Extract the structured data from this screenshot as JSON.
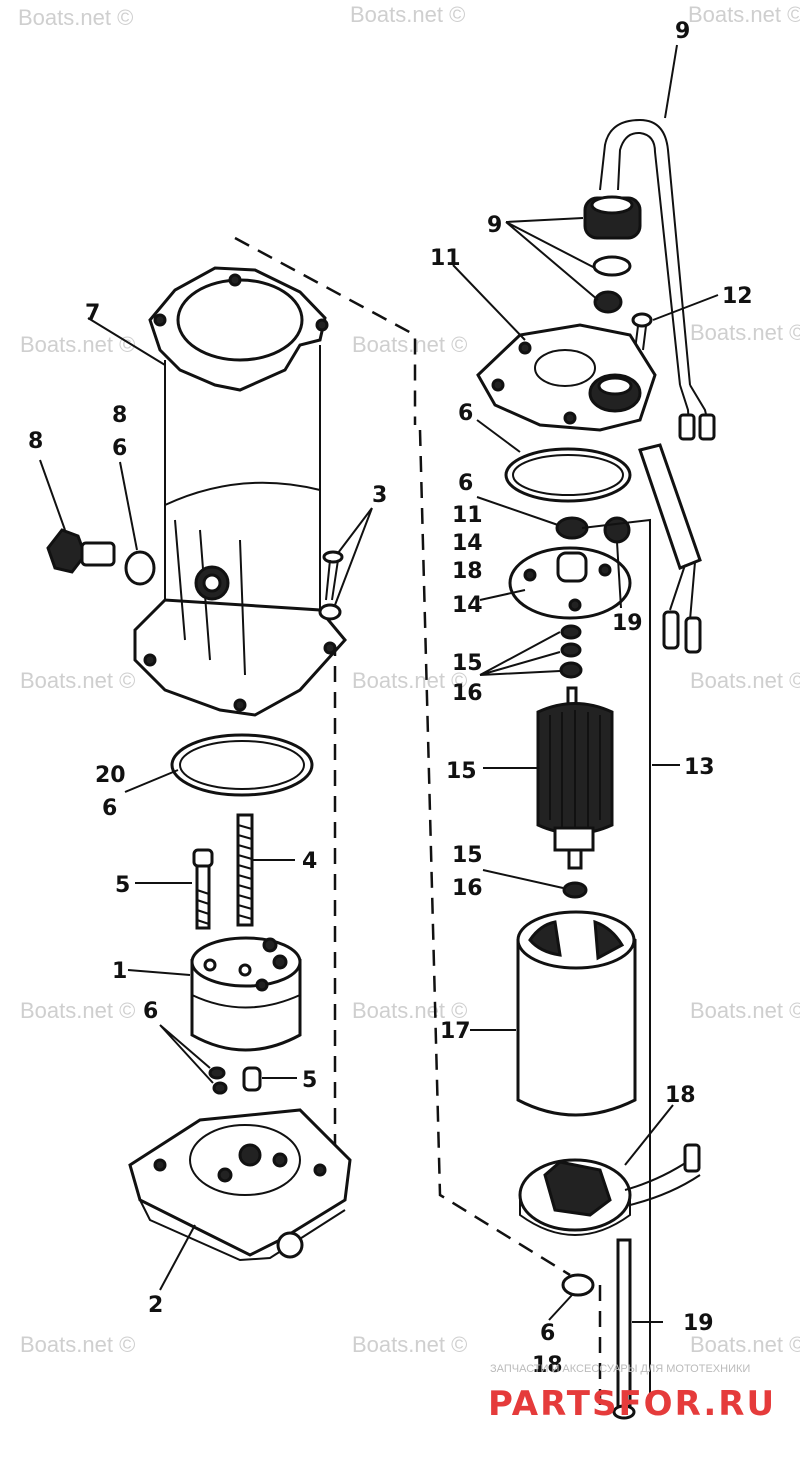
{
  "watermark": "Boats.net ©",
  "callouts": {
    "c1": "1",
    "c2": "2",
    "c3": "3",
    "c4": "4",
    "c5a": "5",
    "c5b": "5",
    "c6a": "6",
    "c6b": "6",
    "c6c": "6",
    "c6d": "6",
    "c6e": "6",
    "c6f": "6",
    "c7": "7",
    "c8a": "8",
    "c8b": "8",
    "c9a": "9",
    "c9b": "9",
    "c11a": "11",
    "c11b": "11",
    "c12": "12",
    "c13": "13",
    "c14a": "14",
    "c14b": "14",
    "c15a": "15",
    "c15b": "15",
    "c15c": "15",
    "c16a": "16",
    "c16b": "16",
    "c17": "17",
    "c18a": "18",
    "c18b": "18",
    "c18c": "18",
    "c19a": "19",
    "c19b": "19",
    "c20": "20"
  },
  "footer": {
    "tagline": "ЗАПЧАСТИ И АКСЕССУАРЫ ДЛЯ МОТОТЕХНИКИ",
    "brand": "PARTSFOR.RU"
  }
}
